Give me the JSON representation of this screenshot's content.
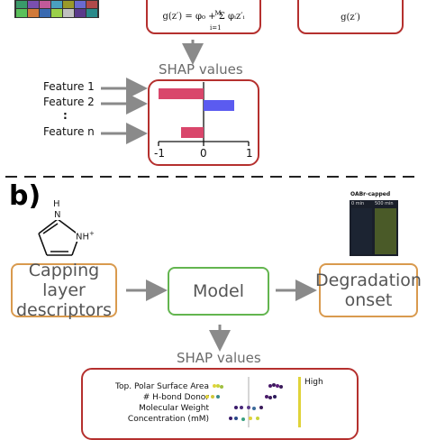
{
  "panel_a": {
    "shap_title": "SHAP values",
    "features": [
      "Feature 1",
      "Feature 2",
      "Feature n"
    ],
    "ellipsis": ":",
    "ticks": [
      "-1",
      "0",
      "1"
    ],
    "shap_bar_values": [
      -1.0,
      0.65,
      -0.5
    ],
    "formula_lhs": "g(z′) = φ₀ + Σ φᵢz′ᵢ",
    "formula_sum_top": "M",
    "formula_sum_bottom": "i=1",
    "right_formula": "g(z′)"
  },
  "panel_b": {
    "label": "b)",
    "molecule_nh_top": "H",
    "molecule_nh_n": "N",
    "molecule_nh_plus": "NH",
    "photo_title": "OABr-capped",
    "photo_time_left": "0 min",
    "photo_time_right": "500 min",
    "box_descriptors": "Capping layer descriptors",
    "box_model": "Model",
    "box_onset": "Degradation onset",
    "shap_title": "SHAP values",
    "features": [
      "Top. Polar Surface Area",
      "# H-bond Donor",
      "Molecular Weight",
      "Concentration (mM)"
    ],
    "colorbar_high": "High"
  },
  "colors": {
    "orange": "#d99a4e",
    "green": "#63b54f",
    "red": "#b5302e",
    "bar_negative": "#d9466b",
    "bar_positive": "#5b5bf0",
    "arrow": "#8a8a8a"
  }
}
